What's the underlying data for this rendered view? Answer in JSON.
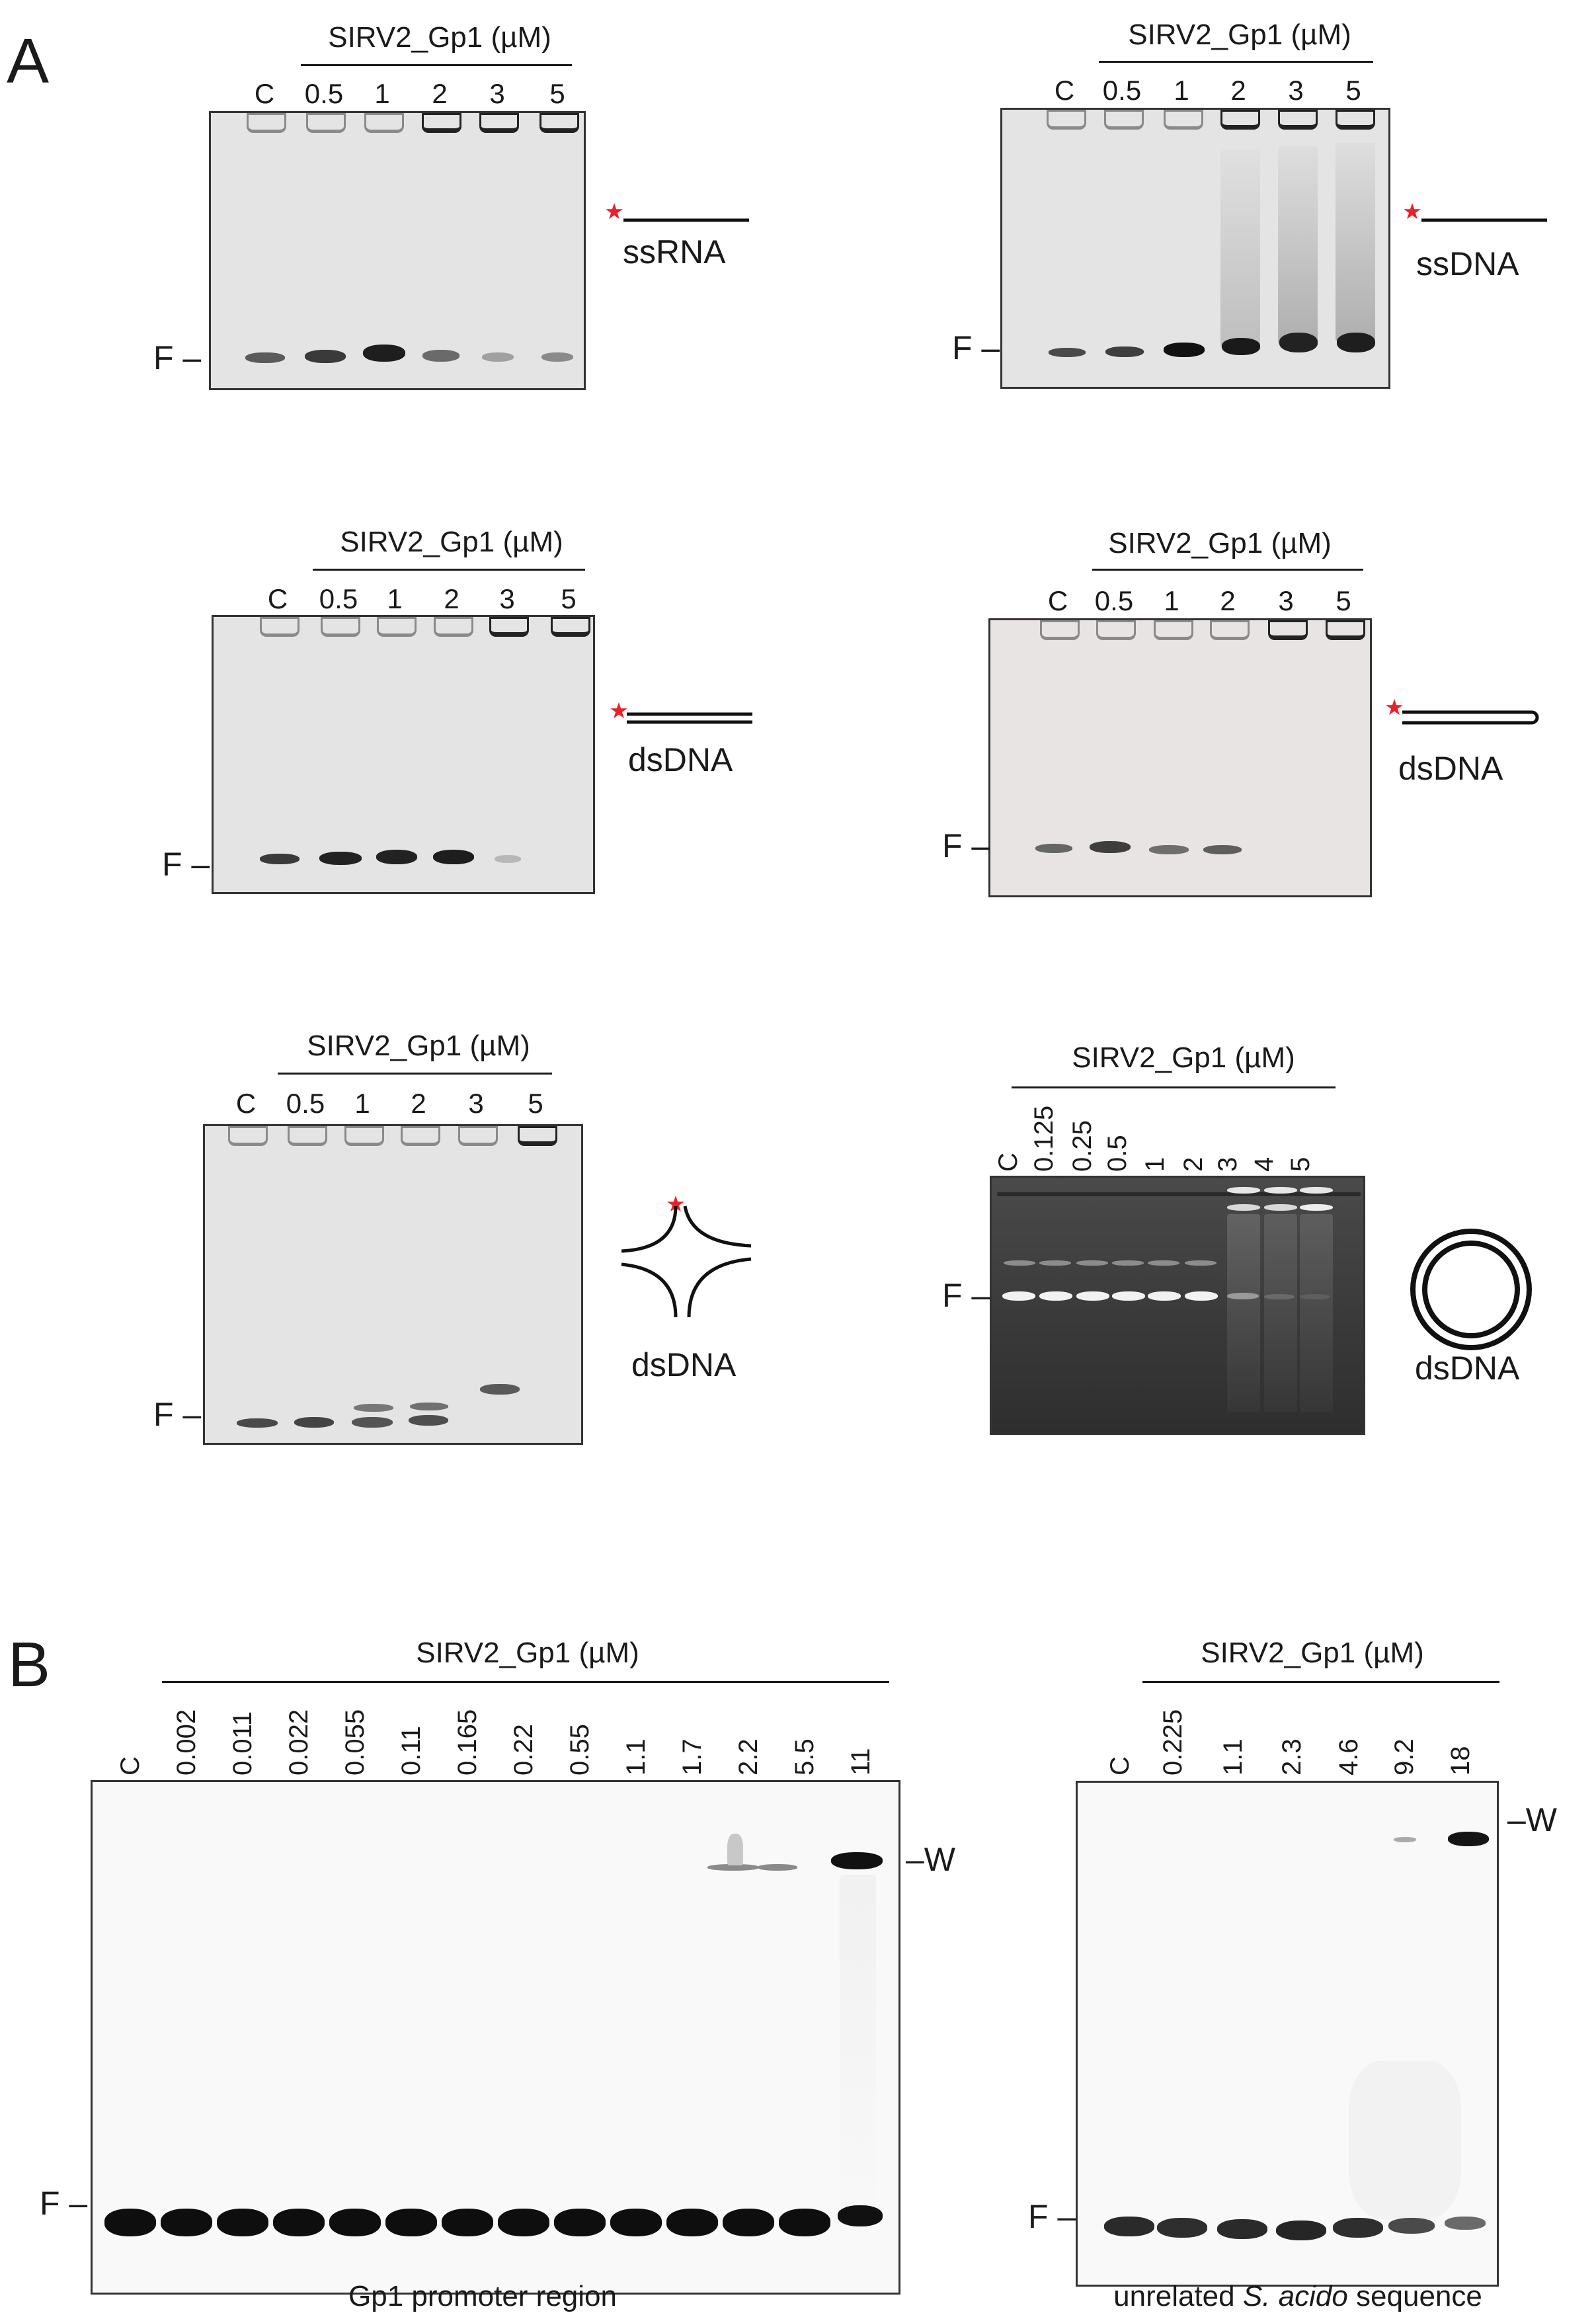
{
  "panel_a": {
    "letter": "A",
    "gels": [
      {
        "conc_label": "SIRV2_Gp1 (µM)",
        "lanes": [
          "C",
          "0.5",
          "1",
          "2",
          "3",
          "5"
        ],
        "free_label": "F –",
        "substrate_label": "ssRNA"
      },
      {
        "conc_label": "SIRV2_Gp1 (µM)",
        "lanes": [
          "C",
          "0.5",
          "1",
          "2",
          "3",
          "5"
        ],
        "free_label": "F –",
        "substrate_label": "ssDNA"
      },
      {
        "conc_label": "SIRV2_Gp1 (µM)",
        "lanes": [
          "C",
          "0.5",
          "1",
          "2",
          "3",
          "5"
        ],
        "free_label": "F –",
        "substrate_label": "dsDNA"
      },
      {
        "conc_label": "SIRV2_Gp1 (µM)",
        "lanes": [
          "C",
          "0.5",
          "1",
          "2",
          "3",
          "5"
        ],
        "free_label": "F –",
        "substrate_label": "dsDNA"
      },
      {
        "conc_label": "SIRV2_Gp1 (µM)",
        "lanes": [
          "C",
          "0.5",
          "1",
          "2",
          "3",
          "5"
        ],
        "free_label": "F –",
        "substrate_label": "dsDNA"
      },
      {
        "conc_label": "SIRV2_Gp1 (µM)",
        "lanes": [
          "C",
          "0.125",
          "0.25",
          "0.5",
          "1",
          "2",
          "3",
          "4",
          "5"
        ],
        "free_label": "F –",
        "substrate_label": "dsDNA"
      }
    ]
  },
  "panel_b": {
    "letter": "B",
    "gels": [
      {
        "conc_label": "SIRV2_Gp1 (µM)",
        "lanes": [
          "C",
          "0.002",
          "0.011",
          "0.022",
          "0.055",
          "0.11",
          "0.165",
          "0.22",
          "0.55",
          "1.1",
          "1.7",
          "2.2",
          "5.5",
          "11"
        ],
        "free_label": "F –",
        "well_label": "–W",
        "caption": "Gp1 promoter region"
      },
      {
        "conc_label": "SIRV2_Gp1 (µM)",
        "lanes": [
          "C",
          "0.225",
          "1.1",
          "2.3",
          "4.6",
          "9.2",
          "18"
        ],
        "free_label": "F –",
        "well_label": "–W",
        "caption_pre": "unrelated ",
        "caption_em": "S. acido",
        "caption_post": " sequence"
      }
    ]
  },
  "colors": {
    "label_star": "#e8212a"
  }
}
